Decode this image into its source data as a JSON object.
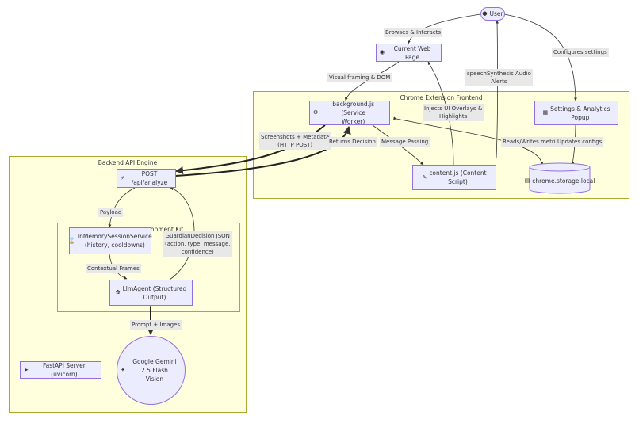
{
  "clusters": {
    "frontend": "Chrome Extension Frontend",
    "backend": "Backend API Engine",
    "adk": "Agent Development Kit"
  },
  "nodes": {
    "user": {
      "icon": "user-icon",
      "label": "User"
    },
    "webpage": {
      "icon": "globe-icon",
      "label": "Current Web Page"
    },
    "background": {
      "icon": "gear-icon",
      "label": "background.js (Service\nWorker)"
    },
    "settings": {
      "icon": "grid-icon",
      "label": "Settings & Analytics\nPopup"
    },
    "content": {
      "icon": "pen-icon",
      "label": "content.js (Content\nScript)"
    },
    "storage": {
      "icon": "cabinet-icon",
      "label": "chrome.storage.local"
    },
    "api": {
      "icon": "plug-icon",
      "label": "POST /api/analyze"
    },
    "session": {
      "icon": "hourglass-icon",
      "label": "InMemorySessionService\n(history, cooldowns)"
    },
    "agent": {
      "icon": "brain-icon",
      "label": "LlmAgent (Structured\nOutput)"
    },
    "gemini": {
      "icon": "sparkle-icon",
      "label": "Google Gemini 2.5 Flash\nVision"
    },
    "fastapi": {
      "icon": "rocket-icon",
      "label": "FastAPI Server (uvicorn)"
    }
  },
  "edge_labels": {
    "browses": "Browses & Interacts",
    "configures": "Configures settings",
    "visual": "Visual framing & DOM",
    "speech": "speechSynthesis Audio\nAlerts",
    "injects": "Injects UI Overlays &\nHighlights",
    "screenshots": "Screenshots + Metadata\n(HTTP POST)",
    "returns": "Returns Decision",
    "message": "Message Passing",
    "reads": "Reads/Writes metrics",
    "updates": "Updates configs",
    "payload": "Payload",
    "guardian": "GuardianDecision JSON\n(action, type, message,\nconfidence)",
    "contextual": "Contextual Frames",
    "prompt": "Prompt + Images"
  },
  "colors": {
    "node_fill": "#ececff",
    "node_border": "#9370db",
    "cluster_fill": "#ffffde",
    "cluster_border": "#aaaa33",
    "edge": "#333333",
    "label_bg": "#e8e8e8"
  }
}
